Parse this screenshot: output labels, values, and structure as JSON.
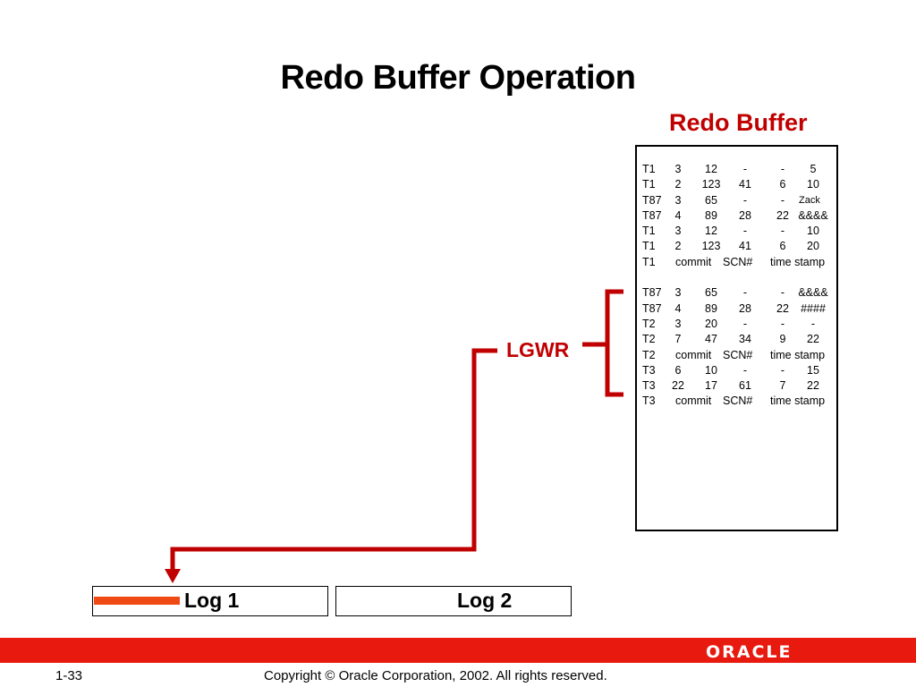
{
  "slide": {
    "title": "Redo Buffer Operation",
    "page_number": "1-33",
    "copyright": "Copyright © Oracle Corporation, 2002. All rights reserved.",
    "logo_text": "ORACLE"
  },
  "redo_buffer": {
    "label": "Redo Buffer",
    "rows": [
      [
        "T1",
        "3",
        "12",
        "-",
        "-",
        "5"
      ],
      [
        "T1",
        "2",
        "123",
        "41",
        "6",
        "10"
      ],
      [
        "T87",
        "3",
        "65",
        "-",
        "-",
        "Zack"
      ],
      [
        "T87",
        "4",
        "89",
        "28",
        "22",
        "&&&&"
      ],
      [
        "T1",
        "3",
        "12",
        "-",
        "-",
        "10"
      ],
      [
        "T1",
        "2",
        "123",
        "41",
        "6",
        "20"
      ],
      [
        "T1",
        "commit",
        "SCN#",
        "time stamp"
      ],
      [
        "T87",
        "3",
        "65",
        "-",
        "-",
        "&&&&"
      ],
      [
        "T87",
        "4",
        "89",
        "28",
        "22",
        "####"
      ],
      [
        "T2",
        "3",
        "20",
        "-",
        "-",
        "-"
      ],
      [
        "T2",
        "7",
        "47",
        "34",
        "9",
        "22"
      ],
      [
        "T2",
        "commit",
        "SCN#",
        "time stamp"
      ],
      [
        "T3",
        "6",
        "10",
        "-",
        "-",
        "15"
      ],
      [
        "T3",
        "22",
        "17",
        "61",
        "7",
        "22"
      ],
      [
        "T3",
        "commit",
        "SCN#",
        "time stamp"
      ]
    ]
  },
  "process": {
    "label": "LGWR"
  },
  "logs": {
    "log1": "Log 1",
    "log2": "Log 2"
  },
  "colors": {
    "accent": "#c00000",
    "footer": "#e8190f"
  }
}
